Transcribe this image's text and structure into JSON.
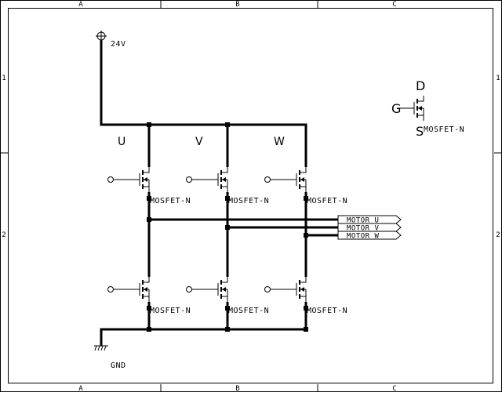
{
  "frame": {
    "columns": [
      "A",
      "B",
      "C"
    ],
    "rows": [
      "1",
      "2"
    ]
  },
  "power": {
    "supply_label": "24V",
    "ground_label": "GND"
  },
  "phases": [
    "U",
    "V",
    "W"
  ],
  "mosfet_label": "MOSFET-N",
  "legend": {
    "d": "D",
    "g": "G",
    "s": "S",
    "label": "MOSFET-N"
  },
  "ports": [
    "MOTOR U",
    "MOTOR V",
    "MOTOR W"
  ]
}
